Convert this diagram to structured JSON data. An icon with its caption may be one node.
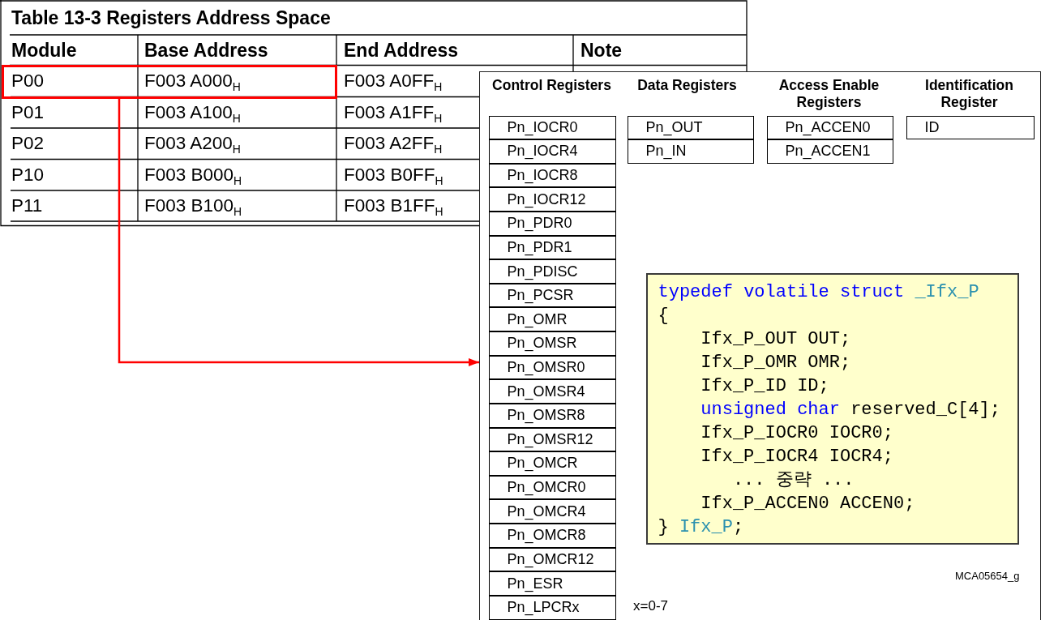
{
  "diagram": {
    "title": "Table 13-3 Registers Address Space",
    "nodes": [
      {
        "text": [
          "P00",
          "F003 A000$_{H}$"
        ]
      },
      {
        "text": [
          "Control Registers",
          "Data Registers",
          "Access Enable Registers",
          "Identification Register"
        ]
      },
      {
        "text": [
          "Pn_IOCR0"
        ],
        "in": 1
      },
      {
        "text": [
          "Pn_IOCR4"
        ],
        "in": 1
      },
      {
        "text": [
          "Pn_IOCR8"
        ],
        "in": 1
      },
      {
        "text": [
          "Pn_IOCR12"
        ],
        "in": 1
      },
      {
        "text": [
          "Pn_PDR0"
        ],
        "in": 1
      },
      {
        "text": [
          "Pn_PDR1"
        ],
        "in": 1
      },
      {
        "text": [
          "Pn_PDISC"
        ],
        "in": 1
      },
      {
        "text": [
          "Pn_PCSR"
        ],
        "in": 1
      },
      {
        "text": [
          "Pn_OMR"
        ],
        "in": 1
      },
      {
        "text": [
          "Pn_OMSR"
        ],
        "in": 1
      },
      {
        "text": [
          "Pn_OMSR0"
        ],
        "in": 1
      },
      {
        "text": [
          "Pn_OMSR4"
        ],
        "in": 1
      },
      {
        "text": [
          "Pn_OMSR8"
        ],
        "in": 1
      },
      {
        "text": [
          "Pn_OMSR12"
        ],
        "in": 1
      },
      {
        "text": [
          "Pn_OMCR"
        ],
        "in": 1
      },
      {
        "text": [
          "Pn_OMCR0"
        ],
        "in": 1
      },
      {
        "text": [
          "Pn_OMCR4"
        ],
        "in": 1
      },
      {
        "text": [
          "Pn_OMCR8"
        ],
        "in": 1
      },
      {
        "text": [
          "Pn_OMCR12"
        ],
        "in": 1
      },
      {
        "text": [
          "Pn_ESR"
        ],
        "in": 1
      },
      {
        "text": [
          "Pn_LPCRx"
        ],
        "in": 1
      },
      {
        "text": [
          "Pn_OUT"
        ],
        "in": 1
      },
      {
        "text": [
          "Pn_IN"
        ],
        "in": 1
      },
      {
        "text": [
          "Pn_ACCEN0"
        ],
        "in": 1
      },
      {
        "text": [
          "Pn_ACCEN1"
        ],
        "in": 1
      },
      {
        "text": [
          "ID"
        ],
        "in": 1
      },
      {
        "text": [
          "typedef volatile struct _Ifx_P",
          "{",
          "Ifx_P_OUT OUT;",
          "Ifx_P_OMR OMR;",
          "Ifx_P_ID ID;",
          "unsigned char reserved_C[4];",
          "Ifx_P_IOCR0 IOCR0;",
          "Ifx_P_IOCR4 IOCR4;",
          "... 중략 ...",
          "Ifx_P_ACCEN0 ACCEN0;",
          "} Ifx_P;"
        ],
        "in": 1
      }
    ],
    "edges": [
      {
        "from": 0,
        "to": 1,
        "arrow": "to",
        "color": "#ff0000"
      }
    ],
    "labels": [
      "Module",
      "Base Address",
      "End Address",
      "Note",
      "F003 A0FF$_{H}$",
      "P01",
      "F003 A100$_{H}$",
      "F003 A1FF$_{H}$",
      "P02",
      "F003 A200$_{H}$",
      "F003 A2FF$_{H}$",
      "P10",
      "F003 B000$_{H}$",
      "F003 B0FF$_{H}$",
      "P11",
      "F003 B100$_{H}$",
      "F003 B1FF$_{H}$",
      "MCA05654_g",
      "x=0-7"
    ]
  }
}
